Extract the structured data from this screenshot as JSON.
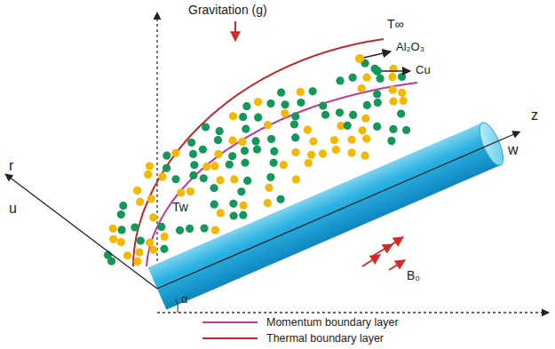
{
  "diagram": {
    "labels": [
      "Gravitation (g)",
      "T∞",
      "Al₂O₃",
      "Cu",
      "r",
      "u",
      "z",
      "w",
      "Tw",
      "α",
      "B₀"
    ],
    "legend": [
      {
        "text": "Momentum boundary layer"
      },
      {
        "text": "Thermal boundary layer"
      }
    ]
  }
}
